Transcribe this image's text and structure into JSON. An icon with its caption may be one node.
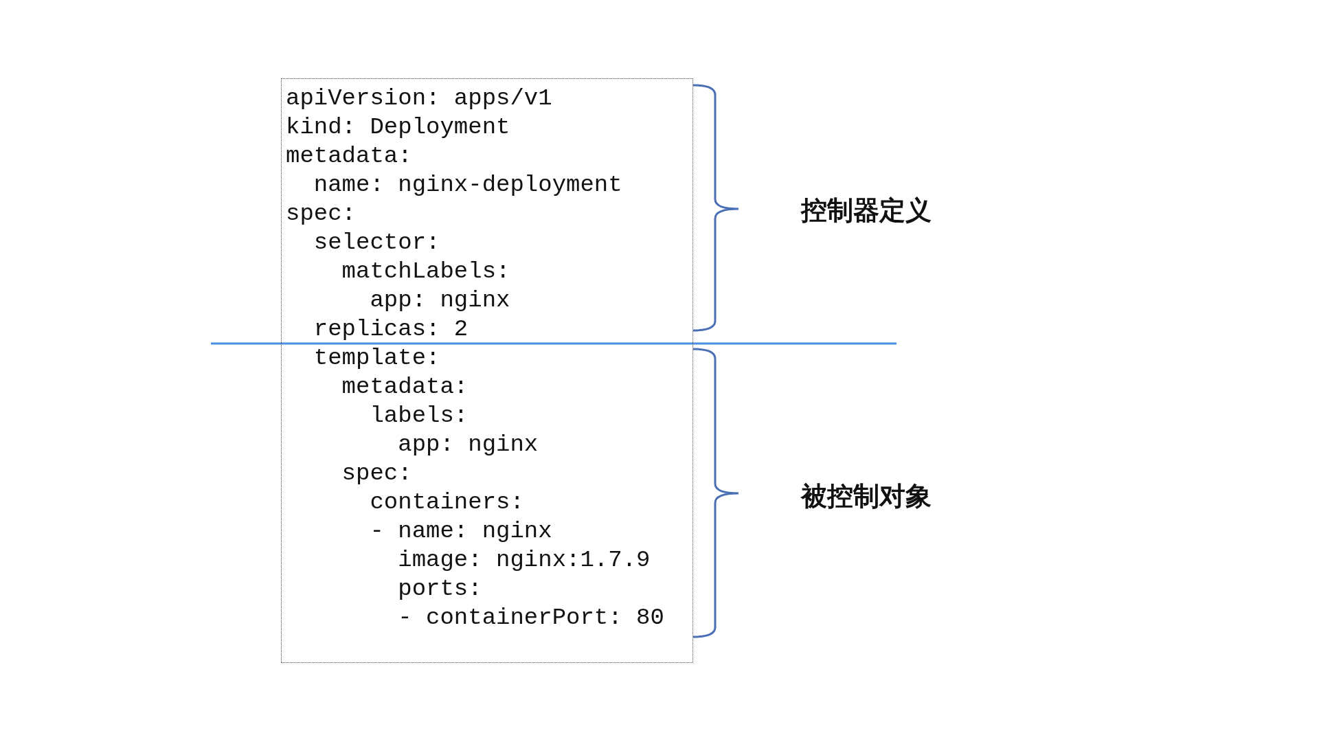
{
  "diagram": {
    "nodes": [
      {
        "text": [
          "apiVersion: apps/v1",
          "kind: Deployment",
          "metadata:",
          "  name: nginx-deployment",
          "spec:",
          "  selector:",
          "    matchLabels:",
          "      app: nginx",
          "  replicas: 2",
          "  template:",
          "    metadata:",
          "      labels:",
          "        app: nginx",
          "    spec:",
          "      containers:",
          "      - name: nginx",
          "        image: nginx:1.7.9",
          "        ports:",
          "        - containerPort: 80"
        ]
      }
    ],
    "labels": [
      "控制器定义",
      "被控制对象"
    ]
  }
}
